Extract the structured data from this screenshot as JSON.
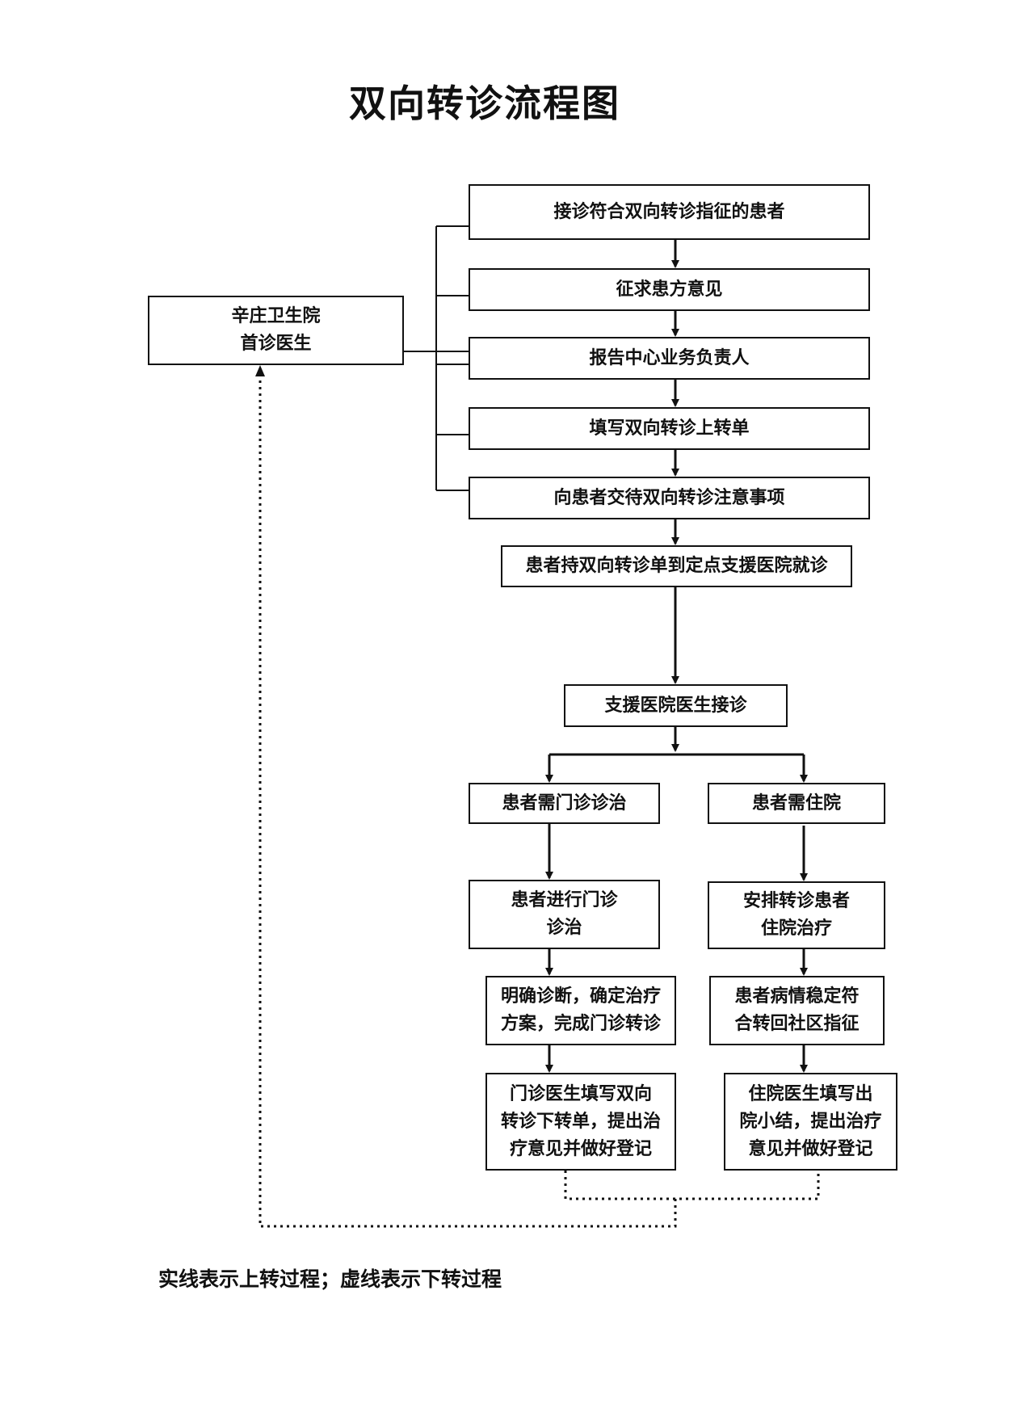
{
  "title": "双向转诊流程图",
  "nodes": {
    "first_doctor": "辛庄卫生院\n首诊医生",
    "receive": "接诊符合双向转诊指征的患者",
    "consent": "征求患方意见",
    "report": "报告中心业务负责人",
    "fill_up": "填写双向转诊上转单",
    "explain": "向患者交待双向转诊注意事项",
    "go_hospital": "患者持双向转诊单到定点支援医院就诊",
    "support_doctor": "支援医院医生接诊",
    "need_outpatient": "患者需门诊诊治",
    "need_inpatient": "患者需住院",
    "do_outpatient": "患者进行门诊\n诊治",
    "arrange_inpatient": "安排转诊患者\n住院治疗",
    "diagnose": "明确诊断，确定治疗\n方案，完成门诊转诊",
    "stable": "患者病情稳定符\n合转回社区指征",
    "outpatient_form": "门诊医生填写双向\n转诊下转单，提出治\n疗意见并做好登记",
    "inpatient_form": "住院医生填写出\n院小结，提出治疗\n意见并做好登记"
  },
  "legend": "实线表示上转过程；虚线表示下转过程"
}
